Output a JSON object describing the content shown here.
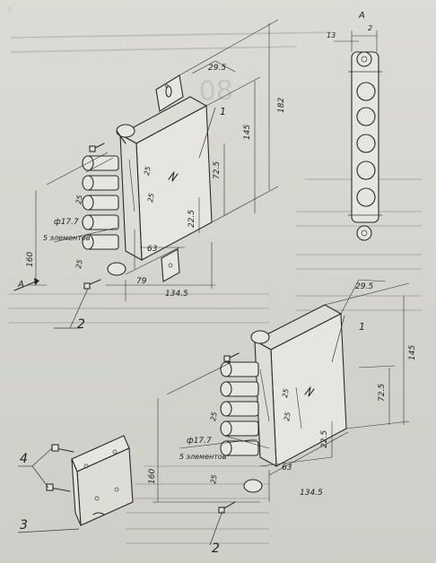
{
  "view_label": "A",
  "callouts": {
    "c1": "1",
    "c2": "2",
    "c3": "3",
    "c4": "4"
  },
  "dimensions": {
    "d182": "182",
    "d145": "145",
    "d29_5": "29.5",
    "d72_5": "72.5",
    "d22_5": "22.5",
    "d25": "25",
    "d63": "63",
    "d79": "79",
    "d134_5": "134.5",
    "d160": "160",
    "d17_7": "ф17.7",
    "elements": "5 элементов",
    "d13": "13",
    "d2": "2"
  },
  "background_text": {
    "bg_block": "08",
    "bg_small": "5"
  }
}
